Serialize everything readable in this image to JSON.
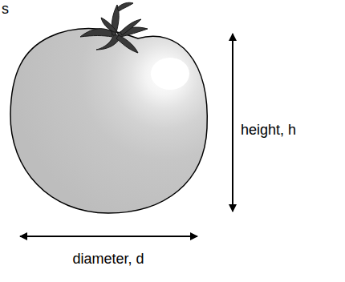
{
  "diagram": {
    "labels": [
      "s",
      "height, h",
      "diameter, d"
    ]
  }
}
